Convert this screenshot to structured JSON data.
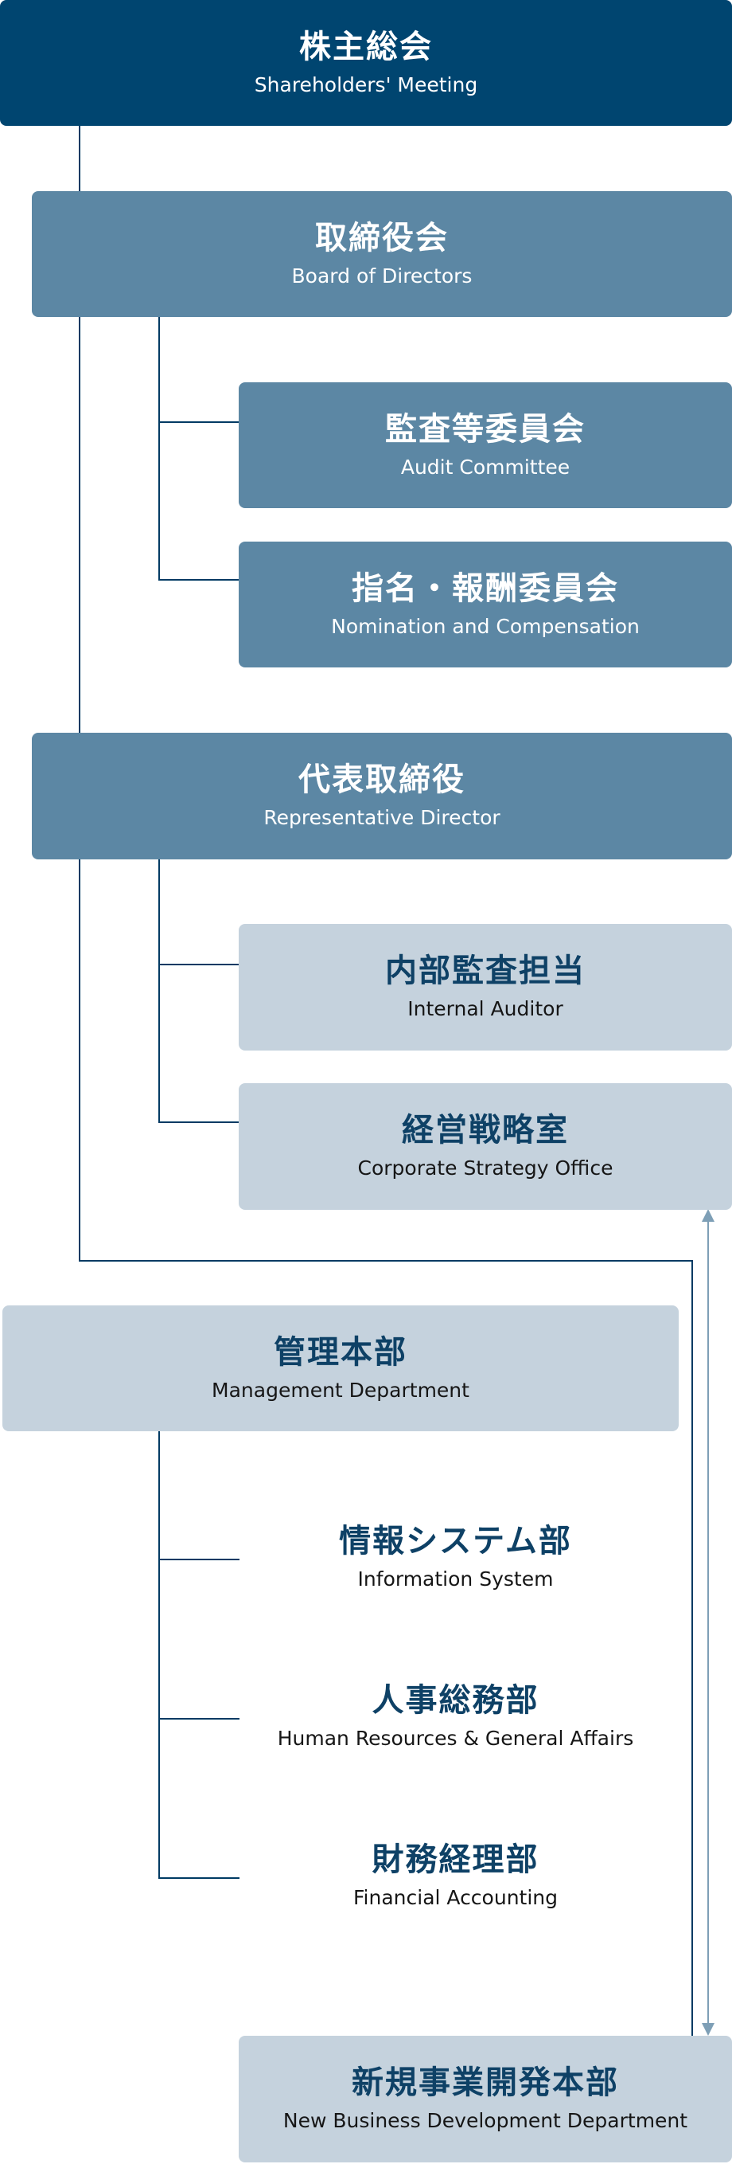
{
  "nodes": {
    "shareholders": {
      "ja": "株主総会",
      "en": "Shareholders' Meeting"
    },
    "board": {
      "ja": "取締役会",
      "en": "Board of Directors"
    },
    "audit": {
      "ja": "監査等委員会",
      "en": "Audit Committee"
    },
    "nomination": {
      "ja": "指名・報酬委員会",
      "en": "Nomination and Compensation"
    },
    "representative": {
      "ja": "代表取締役",
      "en": "Representative Director"
    },
    "internal_auditor": {
      "ja": "内部監査担当",
      "en": "Internal Auditor"
    },
    "strategy": {
      "ja": "経営戦略室",
      "en": "Corporate Strategy Office"
    },
    "management": {
      "ja": "管理本部",
      "en": "Management Department"
    },
    "info_system": {
      "ja": "情報システム部",
      "en": "Information System"
    },
    "hr": {
      "ja": "人事総務部",
      "en": "Human Resources & General Affairs"
    },
    "finance": {
      "ja": "財務経理部",
      "en": "Financial Accounting"
    },
    "new_business": {
      "ja": "新規事業開発本部",
      "en": "New Business Development Department"
    }
  },
  "colors": {
    "dark": "#004570",
    "mid": "#5c87a4",
    "light": "#c5d2dd",
    "line": "#003a63",
    "arrow": "#7e9fb6"
  }
}
